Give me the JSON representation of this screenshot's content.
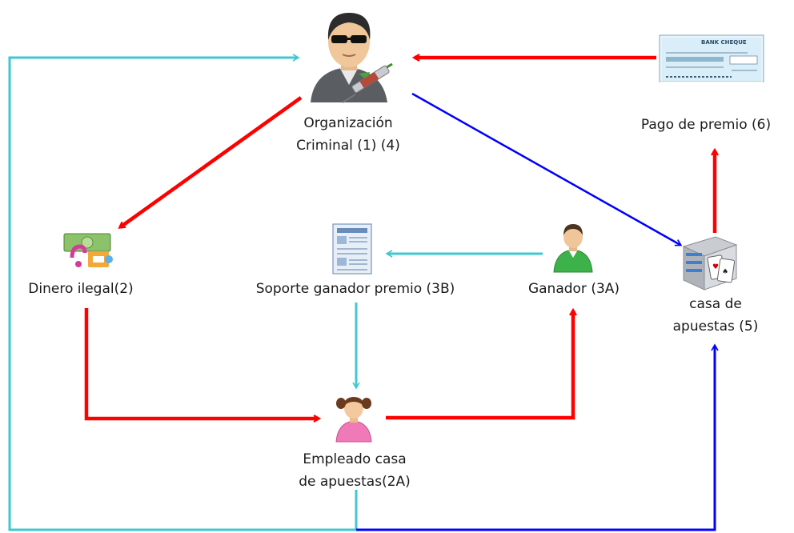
{
  "nodes": {
    "organization": {
      "line1": "Organización",
      "line2": "Criminal (1) (4)",
      "icon": "criminal-person-icon"
    },
    "payment": {
      "label": "Pago de premio (6)",
      "icon": "bank-cheque-icon",
      "cheque_text": "BANK CHEQUE"
    },
    "illegal_money": {
      "label": "Dinero ilegal(2)",
      "icon": "money-icon"
    },
    "winning_receipt": {
      "label": "Soporte ganador premio (3B)",
      "icon": "document-icon"
    },
    "winner": {
      "label": "Ganador (3A)",
      "icon": "user-icon"
    },
    "betting_house": {
      "line1": "casa de",
      "line2": "apuestas (5)",
      "icon": "casino-server-icon"
    },
    "employee": {
      "line1": "Empleado casa",
      "line2": "de apuestas(2A)",
      "icon": "female-user-icon"
    }
  },
  "colors": {
    "red": "#ff0000",
    "blue": "#0000ff",
    "cyan": "#40c8d0",
    "text": "#1a1a1a"
  }
}
